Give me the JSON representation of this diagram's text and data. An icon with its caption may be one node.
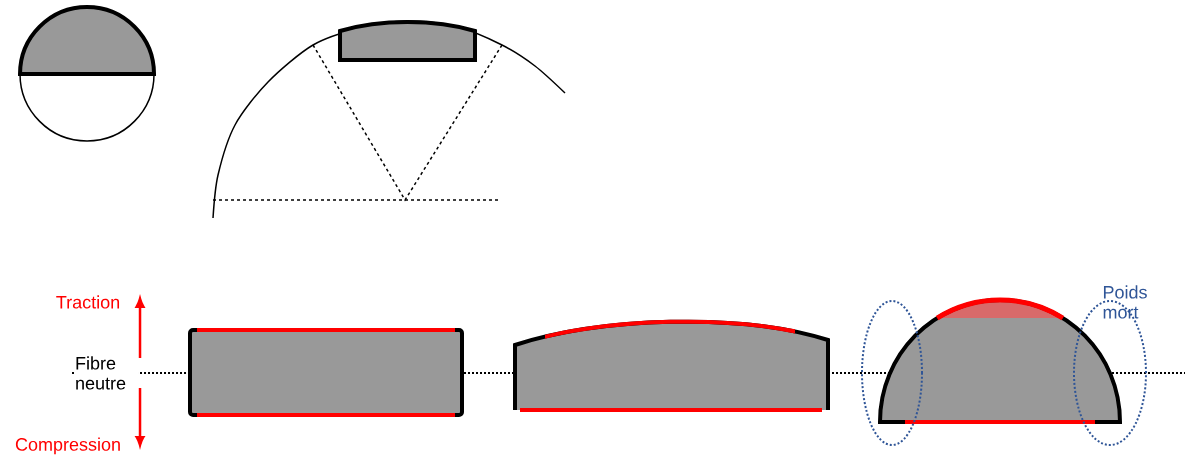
{
  "diagram": {
    "labels": [
      "Traction",
      "Fibre neutre",
      "Compression",
      "Poids mort"
    ]
  }
}
